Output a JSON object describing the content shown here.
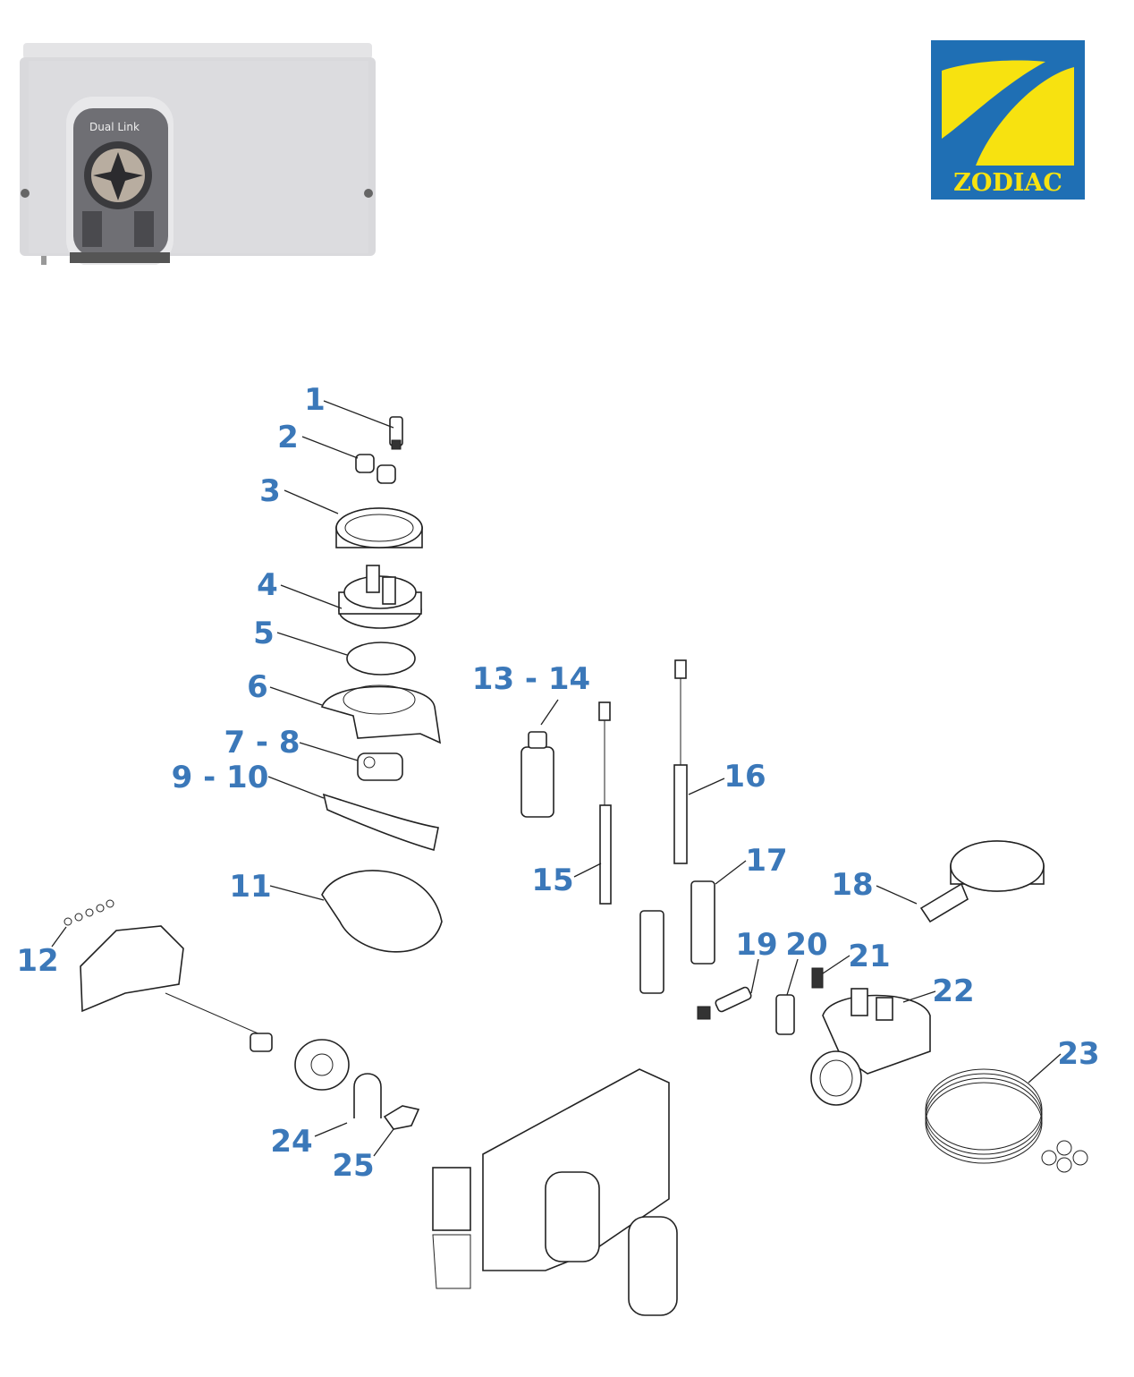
{
  "product_photo": {
    "device_label": "Dual Link"
  },
  "logo": {
    "brand": "ZODIAC",
    "colors": {
      "blue": "#1f6fb4",
      "yellow": "#f7e210"
    }
  },
  "label_color": "#3b78b9",
  "callouts": [
    "1",
    "2",
    "3",
    "4",
    "5",
    "6",
    "7 - 8",
    "9 - 10",
    "11",
    "12",
    "13 - 14",
    "15",
    "16",
    "17",
    "18",
    "19",
    "20",
    "21",
    "22",
    "23",
    "24",
    "25"
  ]
}
